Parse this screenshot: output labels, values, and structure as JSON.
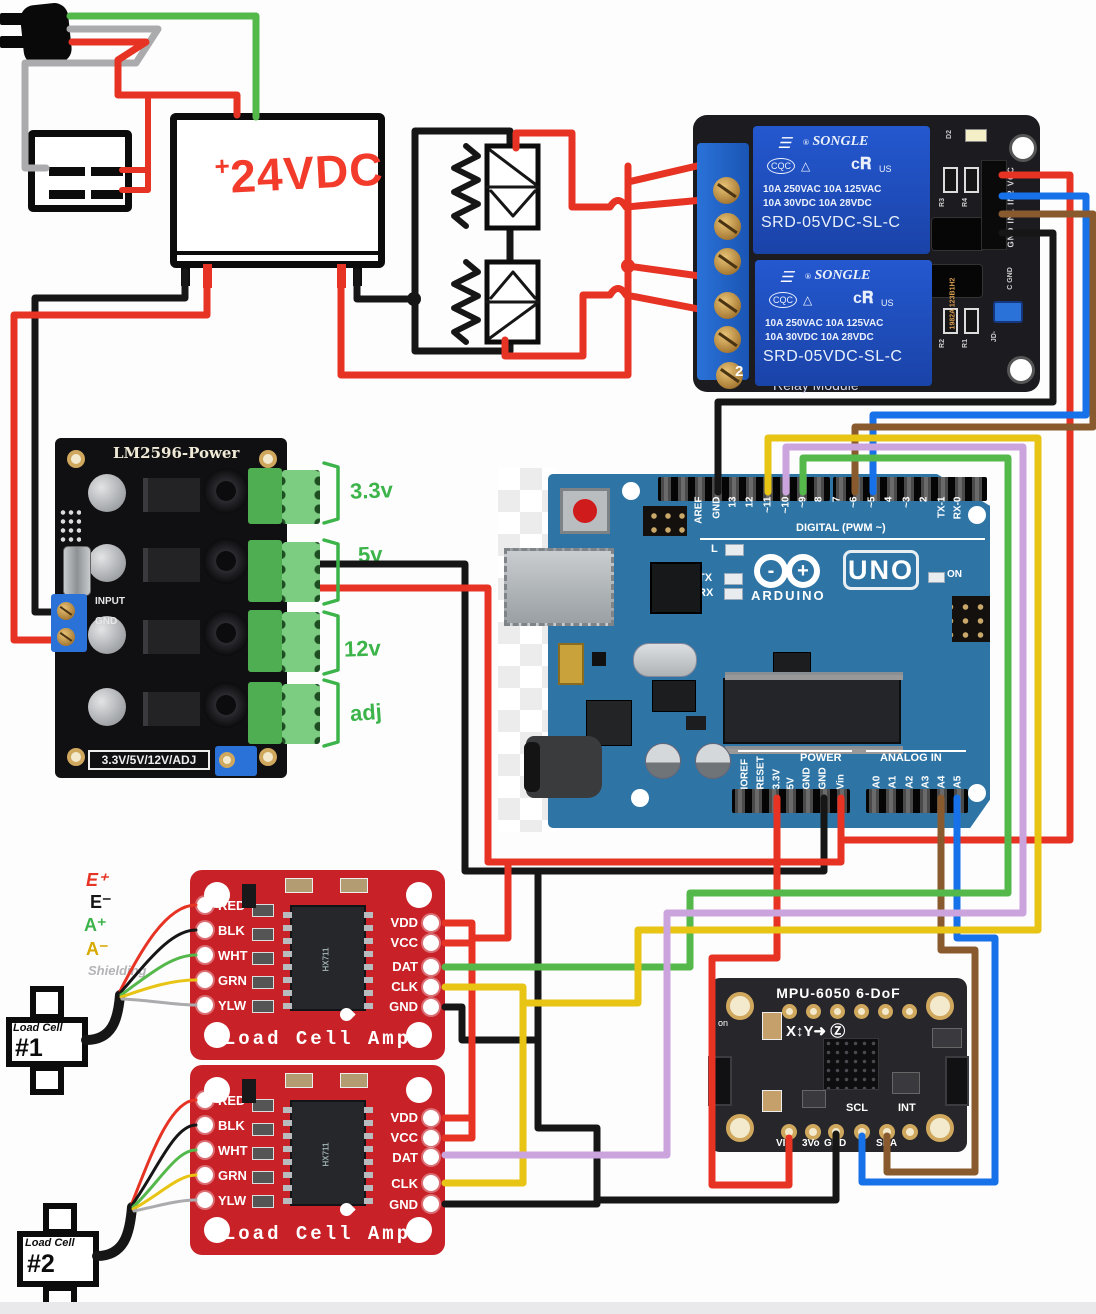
{
  "colors": {
    "wire_red": "#e63323",
    "wire_black": "#161616",
    "wire_green": "#55b84b",
    "wire_yellow": "#e8c414",
    "wire_purple": "#cba4de",
    "wire_blue": "#1771e8",
    "wire_brown": "#8a5a2f",
    "wire_gray": "#ababad",
    "hand_green": "#3cb44a",
    "hand_red": "#f23b2b",
    "arduino_blue": "#2e75a6",
    "sparkfun_red": "#c82127",
    "relay_blue": "#1d4dc0",
    "pcb_black": "#1b1b20"
  },
  "psu": {
    "plus": "+",
    "label": "24VDC"
  },
  "relay_module": {
    "channel_number": "2",
    "module_label": "Relay Module",
    "pin_header_label": "GND IN1 IN2 VCC",
    "silk": {
      "r3": "R3",
      "r4": "R4",
      "r2": "R2",
      "r1": "R1",
      "d2": "D2",
      "jd": "JD-",
      "cgnd": "C GND",
      "serial": "1982A 123B1H2"
    },
    "relay": {
      "brand": "SONGLE",
      "reg": "®",
      "cqc": "CQC",
      "tri": "△",
      "ul": "c𝐑",
      "us": "US",
      "ratings1": "10A 250VAC  10A 125VAC",
      "ratings2": "10A 30VDC   10A 28VDC",
      "model": "SRD-05VDC-SL-C"
    }
  },
  "lm2596": {
    "title": "LM2596-Power",
    "input": "INPUT",
    "gnd": "GND",
    "bottom_label": "3.3V/5V/12V/ADJ",
    "rail_labels": [
      "3.3v",
      "5v",
      "12v",
      "adj"
    ]
  },
  "arduino": {
    "top_pins_left": [
      "AREF",
      "GND",
      "13",
      "12",
      "~11",
      "~10",
      "~9",
      "8"
    ],
    "top_pins_right": [
      "7",
      "~6",
      "~5",
      "4",
      "~3",
      "2",
      "TX-1",
      "RX-0"
    ],
    "digital_caption": "DIGITAL (PWM ~)",
    "led_l": "L",
    "led_tx": "TX",
    "led_rx": "RX",
    "brand": "ARDUINO",
    "model": "UNO",
    "on_label": "ON",
    "minus": "-",
    "plus": "+",
    "power_caption": "POWER",
    "analog_caption": "ANALOG IN",
    "bottom_pins_left": [
      "IOREF",
      "RESET",
      "3.3V",
      "5V",
      "GND",
      "GND",
      "Vin"
    ],
    "bottom_pins_right": [
      "A0",
      "A1",
      "A2",
      "A3",
      "A4",
      "A5"
    ]
  },
  "load_cell_amp": {
    "left_pins": [
      "RED",
      "BLK",
      "WHT",
      "GRN",
      "YLW"
    ],
    "right_pins": [
      "VDD",
      "VCC",
      "DAT",
      "CLK",
      "GND"
    ],
    "board_label": "Load Cell Amp",
    "chip_label": "HX711"
  },
  "load_cells": [
    {
      "line1": "Load Cell",
      "line2": "#1"
    },
    {
      "line1": "Load Cell",
      "line2": "#2"
    }
  ],
  "legend": {
    "e_plus": "E⁺",
    "e_minus": "E⁻",
    "a_plus": "A⁺",
    "a_minus": "A⁻",
    "shielding": "Shielding"
  },
  "mpu": {
    "title": "MPU-6050 6-DoF",
    "axis": "X↕Y➜",
    "axis_z": "Ⓩ",
    "on": "on",
    "scl": "SCL",
    "int": "INT",
    "vin": "VIN",
    "v3": "3Vo",
    "gnd": "GND",
    "sda": "SDA"
  }
}
